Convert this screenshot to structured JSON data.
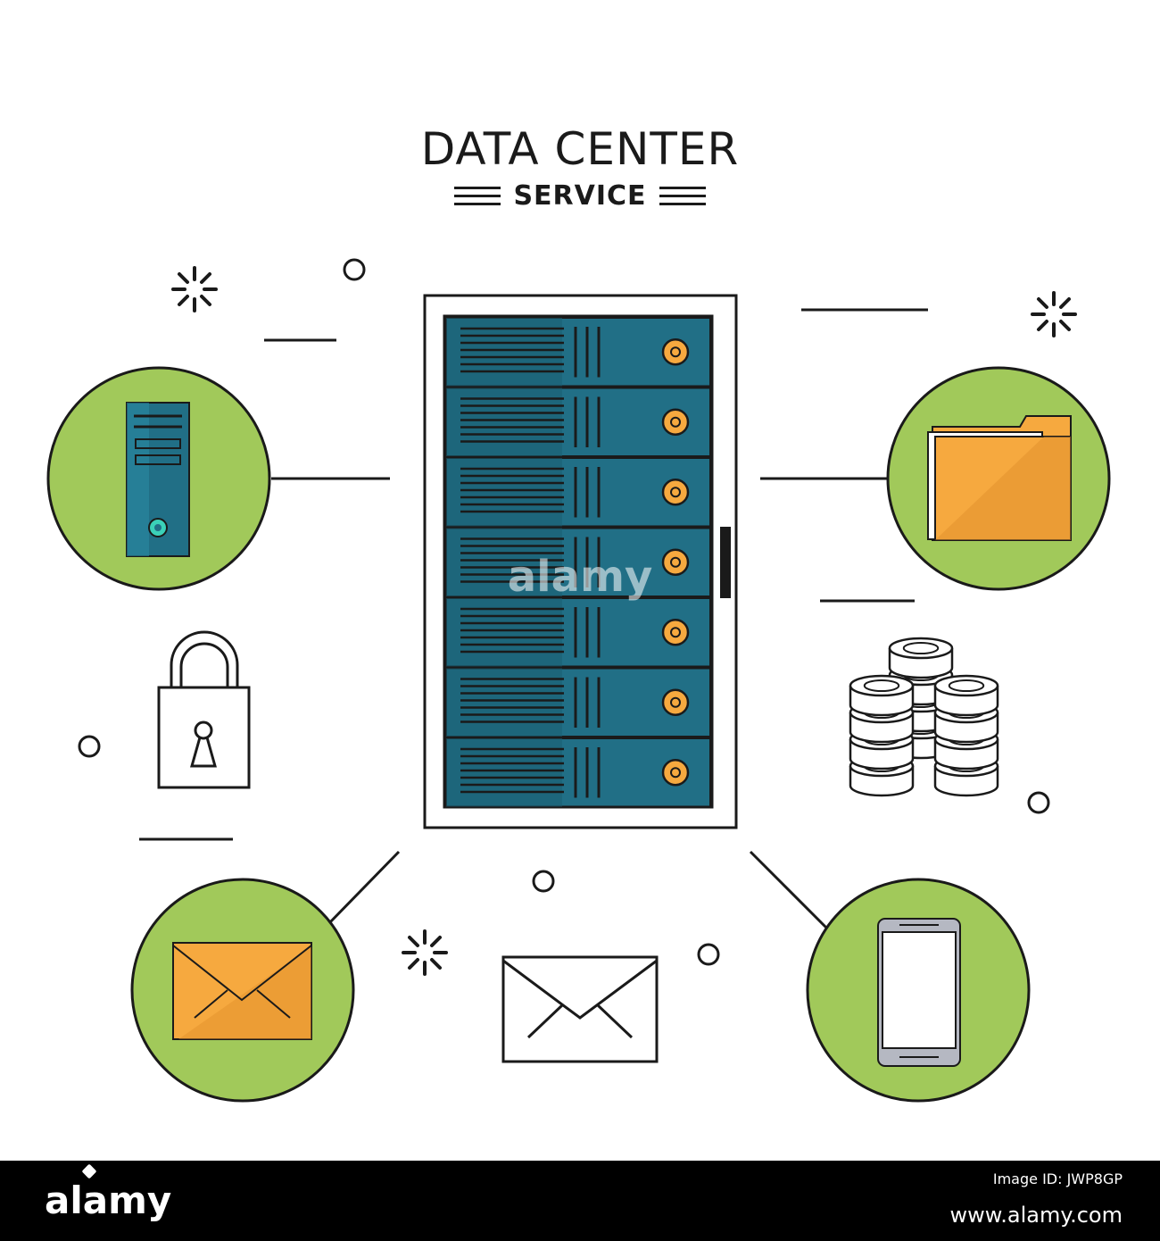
{
  "title": {
    "main": "DATA CENTER",
    "sub": "SERVICE"
  },
  "watermark": "alamy",
  "footer": {
    "brand": "alamy",
    "image_id_line": "Image ID: JWP8GP",
    "site": "www.alamy.com"
  },
  "colors": {
    "circle_fill": "#a1c95a",
    "server_blue": "#216f86",
    "accent_orange": "#f6a93f",
    "line": "#1a1a1a",
    "background": "#ffffff",
    "footer_bg": "#000000"
  },
  "icons": {
    "rack": "server-rack-icon",
    "tower": "computer-tower-icon",
    "folder": "folder-icon",
    "lock": "padlock-icon",
    "database": "database-stacks-icon",
    "mail_filled": "envelope-icon",
    "mail_outline": "envelope-outline-icon",
    "phone": "smartphone-icon"
  }
}
